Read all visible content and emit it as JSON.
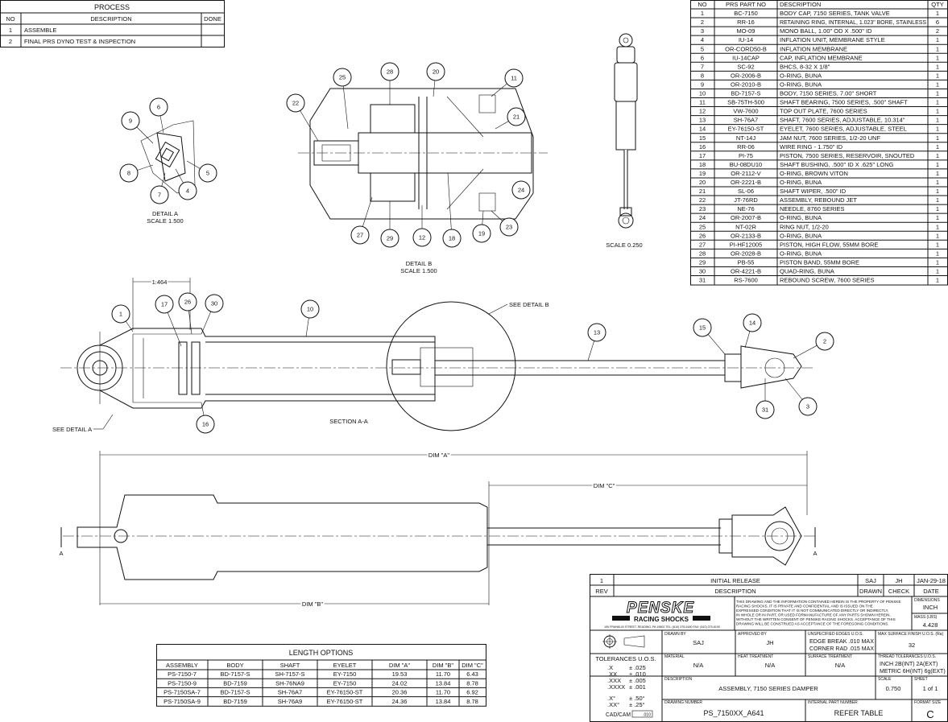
{
  "process": {
    "title": "PROCESS",
    "headers": [
      "NO",
      "DESCRIPTION",
      "DONE"
    ],
    "rows": [
      [
        "1",
        "ASSEMBLE",
        ""
      ],
      [
        "2",
        "FINAL PRS DYNO TEST & INSPECTION",
        ""
      ]
    ]
  },
  "parts": {
    "headers": [
      "NO",
      "PRS PART NO",
      "DESCRIPTION",
      "QTY"
    ],
    "rows": [
      [
        "1",
        "BC-7150",
        "BODY CAP, 7150 SERIES, TANK VALVE",
        "1"
      ],
      [
        "2",
        "RR-16",
        "RETAINING RING, INTERNAL, 1.023\" BORE, STAINLESS",
        "6"
      ],
      [
        "3",
        "MO-09",
        "MONO BALL, 1.00\" OD X .500\" ID",
        "2"
      ],
      [
        "4",
        "IU-14",
        "INFLATION UNIT, MEMBRANE STYLE",
        "1"
      ],
      [
        "5",
        "OR-CORD50-B",
        "INFLATION MEMBRANE",
        "1"
      ],
      [
        "6",
        "IU-14CAP",
        "CAP, INFLATION MEMBRANE",
        "1"
      ],
      [
        "7",
        "SC-92",
        "BHCS, 8-32 X 1/8\"",
        "1"
      ],
      [
        "8",
        "OR-2006-B",
        "O-RING, BUNA",
        "1"
      ],
      [
        "9",
        "OR-2010-B",
        "O-RING, BUNA",
        "1"
      ],
      [
        "10",
        "BD-7157-S",
        "BODY, 7150 SERIES, 7.00\" SHORT",
        "1"
      ],
      [
        "11",
        "SB-75TH-500",
        "SHAFT BEARING, 7500 SERIES, .500\" SHAFT",
        "1"
      ],
      [
        "12",
        "VW-7600",
        "TOP OUT PLATE, 7600 SERIES",
        "1"
      ],
      [
        "13",
        "SH-76A7",
        "SHAFT, 7600 SERIES, ADJUSTABLE, 10.314\"",
        "1"
      ],
      [
        "14",
        "EY-76150-ST",
        "EYELET, 7600 SERIES, ADJUSTABLE, STEEL",
        "1"
      ],
      [
        "15",
        "NT-14J",
        "JAM NUT, 7600 SERIES, 1/2-20 UNF",
        "1"
      ],
      [
        "16",
        "RR-06",
        "WIRE RING - 1.750\" ID",
        "1"
      ],
      [
        "17",
        "PI-75",
        "PISTON, 7500 SERIES, RESERVOIR, SNOUTED",
        "1"
      ],
      [
        "18",
        "BU-08DU10",
        "SHAFT BUSHING, .500\" ID X .625\" LONG",
        "1"
      ],
      [
        "19",
        "OR-2112-V",
        "O-RING, BROWN VITON",
        "1"
      ],
      [
        "20",
        "OR-2221-B",
        "O-RING, BUNA",
        "1"
      ],
      [
        "21",
        "SL-06",
        "SHAFT WIPER, .500\" ID",
        "1"
      ],
      [
        "22",
        "JT-76RD",
        "ASSEMBLY, REBOUND JET",
        "1"
      ],
      [
        "23",
        "NE-76",
        "NEEDLE, 8760 SERIES",
        "1"
      ],
      [
        "24",
        "OR-2007-B",
        "O-RING, BUNA",
        "1"
      ],
      [
        "25",
        "NT-02R",
        "RING NUT, 1/2-20",
        "1"
      ],
      [
        "26",
        "OR-2133-B",
        "O-RING, BUNA",
        "1"
      ],
      [
        "27",
        "PI-HF12005",
        "PISTON, HIGH FLOW, 55MM BORE",
        "1"
      ],
      [
        "28",
        "OR-2028-B",
        "O-RING, BUNA",
        "1"
      ],
      [
        "29",
        "PB-55",
        "PISTON BAND, 55MM BORE",
        "1"
      ],
      [
        "30",
        "OR-4221-B",
        "QUAD-RING, BUNA",
        "1"
      ],
      [
        "31",
        "RS-7600",
        "REBOUND SCREW, 7600 SERIES",
        "1"
      ]
    ]
  },
  "length_options": {
    "title": "LENGTH OPTIONS",
    "headers": [
      "ASSEMBLY",
      "BODY",
      "SHAFT",
      "EYELET",
      "DIM \"A\"",
      "DIM \"B\"",
      "DIM \"C\""
    ],
    "rows": [
      [
        "PS-7150-7",
        "BD-7157-S",
        "SH-7157-S",
        "EY-7150",
        "19.53",
        "11.70",
        "6.43"
      ],
      [
        "PS-7150-9",
        "BD-7159",
        "SH-76NA9",
        "EY-7150",
        "24.02",
        "13.84",
        "8.78"
      ],
      [
        "PS-7150SA-7",
        "BD-7157-S",
        "SH-76A7",
        "EY-76150-ST",
        "20.36",
        "11.70",
        "6.92"
      ],
      [
        "PS-7150SA-9",
        "BD-7159",
        "SH-76A9",
        "EY-76150-ST",
        "24.36",
        "13.84",
        "8.78"
      ]
    ]
  },
  "views": {
    "detail_a": {
      "title": "DETAIL  A",
      "scale": "SCALE  1.500",
      "balloons": [
        "6",
        "9",
        "8",
        "7",
        "4",
        "5"
      ]
    },
    "detail_b": {
      "title": "DETAIL  B",
      "scale": "SCALE  1.500",
      "balloons": [
        "25",
        "28",
        "20",
        "11",
        "22",
        "21",
        "24",
        "27",
        "29",
        "12",
        "18",
        "19",
        "23"
      ]
    },
    "overview": {
      "scale": "SCALE  0.250"
    },
    "section": {
      "title": "SECTION  A-A",
      "see_detail_a": "SEE DETAIL  A",
      "see_detail_b": "SEE DETAIL  B",
      "dim": "1.464",
      "balloons": [
        "1",
        "17",
        "26",
        "30",
        "10",
        "13",
        "15",
        "14",
        "2",
        "3",
        "31",
        "16"
      ]
    },
    "outside": {
      "dim_a": "DIM \"A\"",
      "dim_b": "DIM \"B\"",
      "dim_c": "DIM \"C\"",
      "section_mark": "A"
    }
  },
  "title_block": {
    "revision": {
      "rev": "1",
      "description": "INITIAL RELEASE",
      "drawn": "SAJ",
      "check": "JH",
      "date": "JAN-29-18"
    },
    "rev_headers": {
      "rev": "REV",
      "description": "DESCRIPTION",
      "drawn": "DRAWN",
      "check": "CHECK",
      "date": "DATE"
    },
    "logo": {
      "brand": "PENSKE",
      "sub": "RACING SHOCKS",
      "address": "150 FRANKLIN STREET, READING, PA 19602   TEL: (610) 375-6180   FAX: (610) 375-6190"
    },
    "notice": [
      "THIS DRAWING AND THE INFORMATION CONTAINED HEREIN IS THE PROPERTY OF PENSKE",
      "RACING SHOCKS.  IT IS PRIVATE AND CONFIDENTIAL AND IS ISSUED ON THE",
      "EXPRESSED CONDITION THAT IT IS NOT COMMUNICATED DIRECTLY OR INDIRECTLY,",
      "IN WHOLE OR IN PART, OR USED FORMANUFACTURE OF ANY PARTS SHOWN HEREIN,",
      "WITHOUT THE WRITTEN CONSENT OF PENSKE RACING SHOCKS.  ACCEPTANCE OF THIS",
      "DRAWING WILL BE CONSTRUED AS ACCEPTANCE OF THE FOREGOING CONDITIONS."
    ],
    "dimensions": {
      "label": "DIMENSIONS",
      "value": "INCH"
    },
    "mass": {
      "label": "MASS (LBS)",
      "value": "4.428"
    },
    "drawn_by": {
      "label": "DRAWN BY",
      "value": "SAJ"
    },
    "approved_by": {
      "label": "APPROVED BY",
      "value": "JH"
    },
    "edges": {
      "label": "UNSPECIFIED EDGES U.O.S.",
      "line1": "EDGE BREAK .010 MAX",
      "line2": "CORNER RAD  .015 MAX"
    },
    "surface_finish": {
      "label": "MAX SURFACE FINISH U.O.S. (Ra)",
      "value": "32"
    },
    "tolerances": {
      "title": "TOLERANCES U.O.S.",
      "rows": [
        [
          ".X",
          "± .025"
        ],
        [
          ".XX",
          "± .010"
        ],
        [
          ".XXX",
          "± .005"
        ],
        [
          ".XXXX",
          "± .001"
        ],
        [
          ".X°",
          "± .50°"
        ],
        [
          ".XX°",
          "± .25°"
        ]
      ],
      "cadcam": "CAD/CAM",
      "cadcam_tol": ".010"
    },
    "material": {
      "label": "MATERIAL",
      "value": "N/A"
    },
    "heat_treatment": {
      "label": "HEAT TREATMENT",
      "value": "N/A"
    },
    "surface_treatment": {
      "label": "SURFACE TREATMENT",
      "value": "N/A"
    },
    "thread_tolerances": {
      "label": "THREAD TOLERANCES U.O.S.",
      "line1": "INCH     2B(INT) 2A(EXT)",
      "line2": "METRIC  6H(INT) 6g(EXT)"
    },
    "description": {
      "label": "DESCRIPTION",
      "value": "ASSEMBLY, 7150 SERIES DAMPER"
    },
    "scale": {
      "label": "SCALE",
      "value": "0.750"
    },
    "sheet": {
      "label": "SHEET",
      "value": "1 of 1"
    },
    "drawing_number": {
      "label": "DRAWING NUMBER",
      "value": "PS_7150XX_A641"
    },
    "internal_part_number": {
      "label": "INTERNAL PART NUMBER",
      "value": "REFER TABLE"
    },
    "format_size": {
      "label": "FORMAT SIZE",
      "value": "C"
    }
  },
  "colors": {
    "ink": "#111111",
    "paper": "#ffffff"
  }
}
